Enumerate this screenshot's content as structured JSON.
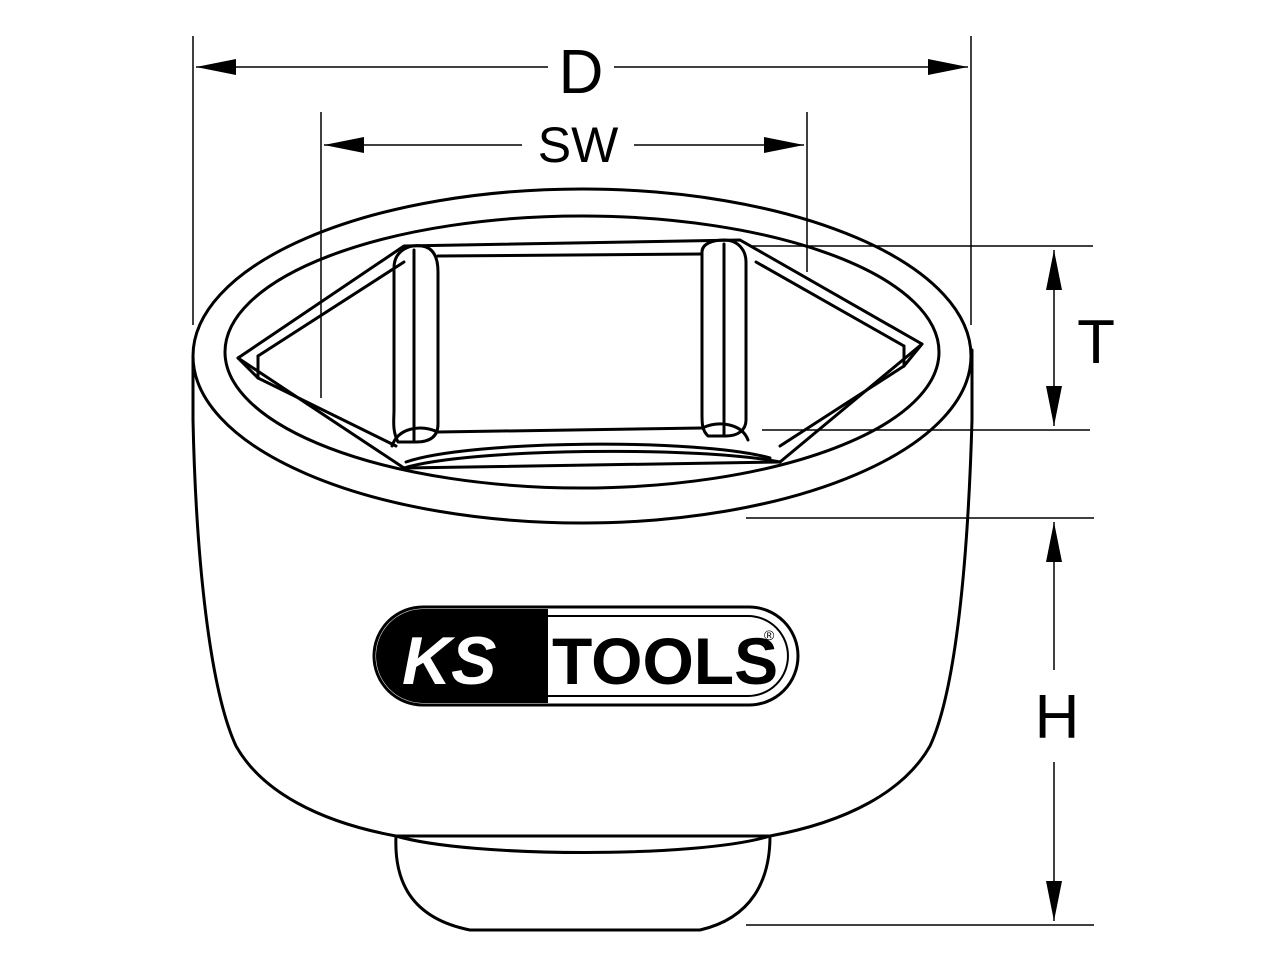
{
  "dimensions": {
    "d_label": "D",
    "sw_label": "SW",
    "t_label": "T",
    "h_label": "H"
  },
  "logo": {
    "brand_left": "KS",
    "brand_right": "TOOLS",
    "registered_mark": "®"
  },
  "colors": {
    "line": "#000000",
    "background": "#ffffff"
  }
}
